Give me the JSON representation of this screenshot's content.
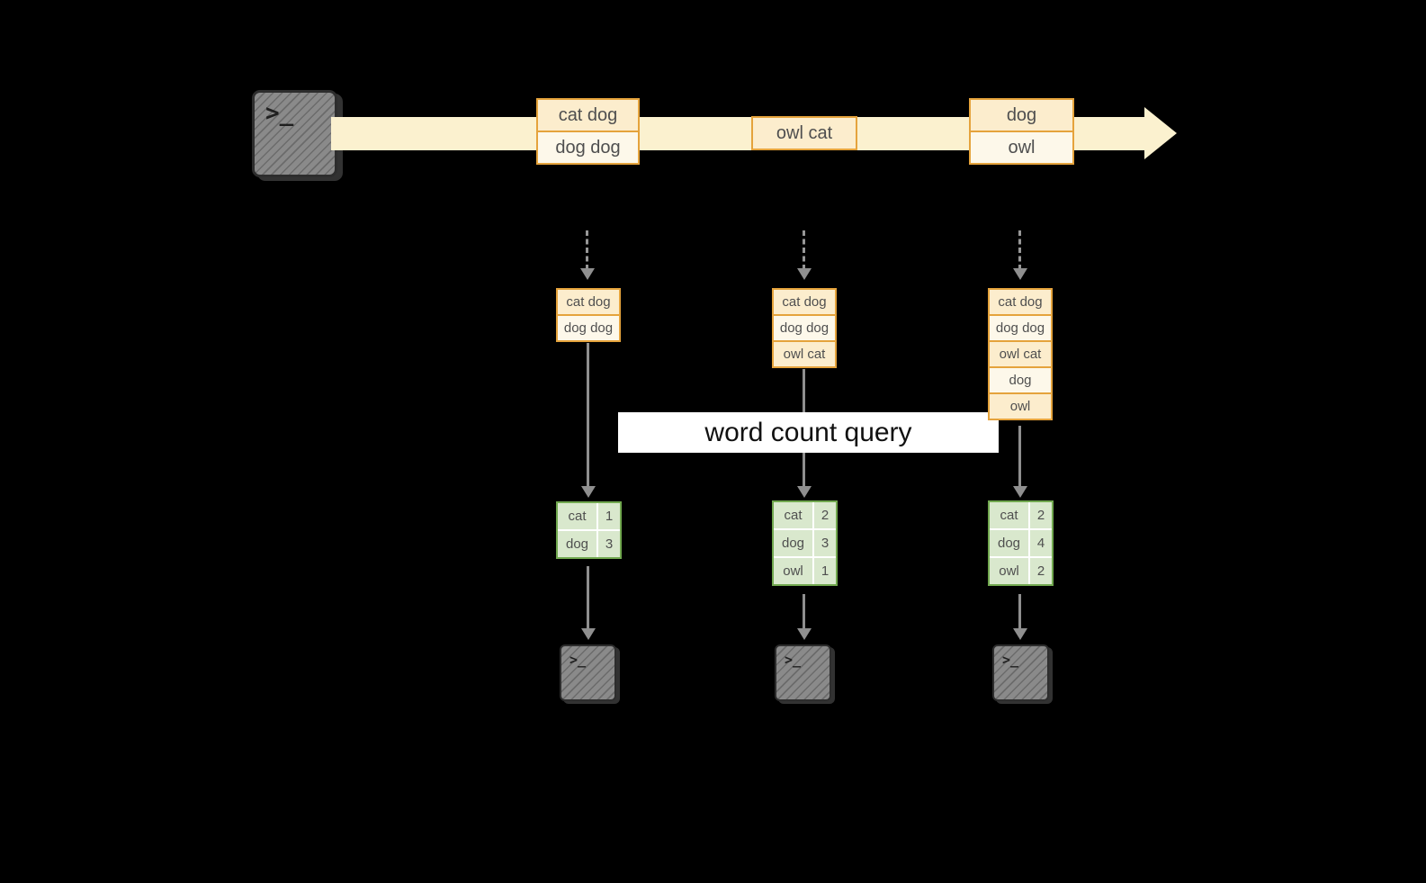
{
  "banner": {
    "label": "word count query"
  },
  "terminal": {
    "glyph": ">_"
  },
  "colors": {
    "background": "#000000",
    "stream_fill": "#fbf1cf",
    "record_border": "#e5a33c",
    "record_fill": "#fcedcd",
    "record_fill_alt": "#fdf8ea",
    "table_border": "#71a84f",
    "table_fill": "#d9e8cd",
    "arrow": "#8f8f8f",
    "banner_bg": "#ffffff"
  },
  "stream": {
    "events": [
      {
        "lines": [
          "cat dog",
          "dog dog"
        ]
      },
      {
        "lines": [
          "owl cat"
        ]
      },
      {
        "lines": [
          "dog",
          "owl"
        ]
      }
    ]
  },
  "pipelines": [
    {
      "buffer": [
        "cat dog",
        "dog dog"
      ],
      "counts": [
        [
          "cat",
          "1"
        ],
        [
          "dog",
          "3"
        ]
      ]
    },
    {
      "buffer": [
        "cat dog",
        "dog dog",
        "owl cat"
      ],
      "counts": [
        [
          "cat",
          "2"
        ],
        [
          "dog",
          "3"
        ],
        [
          "owl",
          "1"
        ]
      ]
    },
    {
      "buffer": [
        "cat dog",
        "dog dog",
        "owl cat",
        "dog",
        "owl"
      ],
      "counts": [
        [
          "cat",
          "2"
        ],
        [
          "dog",
          "4"
        ],
        [
          "owl",
          "2"
        ]
      ]
    }
  ]
}
